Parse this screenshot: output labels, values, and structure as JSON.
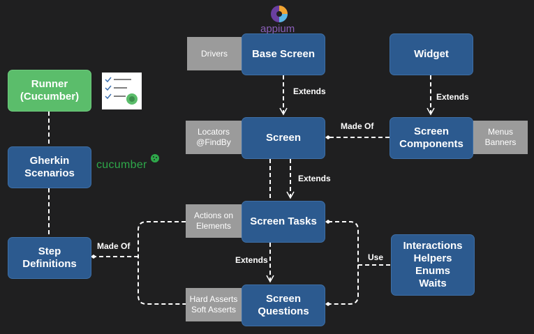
{
  "logos": {
    "appium": "appium",
    "cucumber": "cucumber"
  },
  "nodes": {
    "runner": "Runner\n(Cucumber)",
    "gherkin": "Gherkin\nScenarios",
    "step_definitions": "Step\nDefinitions",
    "base_screen": "Base Screen",
    "screen": "Screen",
    "screen_tasks": "Screen Tasks",
    "screen_questions": "Screen\nQuestions",
    "widget": "Widget",
    "screen_components": "Screen\nComponents",
    "interactions": "Interactions\nHelpers\nEnums\nWaits"
  },
  "tags": {
    "drivers": "Drivers",
    "locators": "Locators\n@FindBy",
    "actions": "Actions on\nElements",
    "asserts": "Hard Asserts\nSoft Asserts",
    "menus": "Menus\nBanners"
  },
  "edge_labels": {
    "extends_base": "Extends",
    "extends_widget": "Extends",
    "extends_screen": "Extends",
    "extends_tasks": "Extends",
    "made_of_components": "Made Of",
    "made_of_steps": "Made Of",
    "use": "Use"
  },
  "colors": {
    "background": "#1f1f20",
    "node_blue": "#2c5a8f",
    "node_green": "#5bbd6b",
    "tag_gray": "#9b9b9b",
    "cucumber_green": "#2ea84a",
    "appium_purple": "#8a5fb8"
  }
}
